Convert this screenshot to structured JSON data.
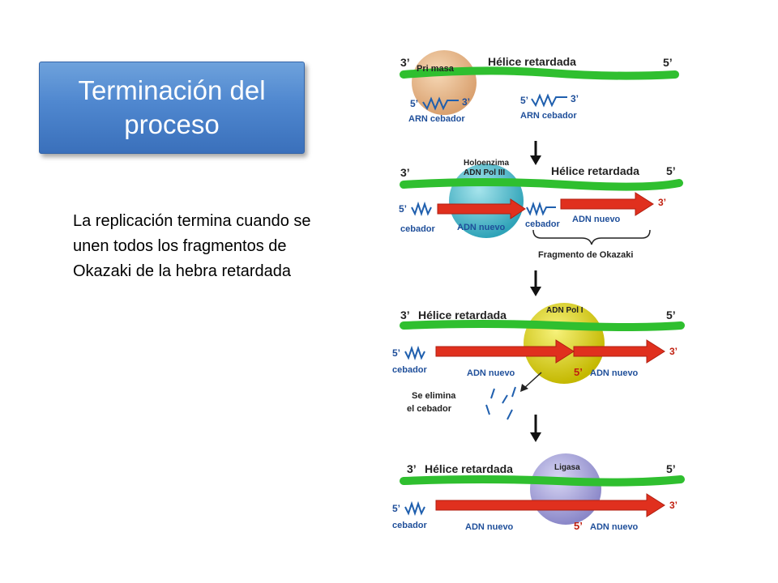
{
  "slide": {
    "title": "Terminación del proceso",
    "body": "La replicación termina cuando se unen todos los fragmentos de Okazaki de la hebra retardada"
  },
  "diagram": {
    "stage1": {
      "three_prime_left": "3’",
      "five_prime_right": "5’",
      "enzyme": "Pri masa",
      "strand_label": "Hélice retardada",
      "primer_left_5": "5’",
      "primer_left_3": "3’",
      "primer_left_label": "ARN cebador",
      "primer_right_5": "5’",
      "primer_right_3": "3’",
      "primer_right_label": "ARN cebador"
    },
    "stage2": {
      "three_prime_left": "3’",
      "five_prime_right": "5’",
      "enzyme_line1": "Holoenzima",
      "enzyme_line2": "ADN Pol III",
      "strand_label": "Hélice retardada",
      "primer_left_5": "5’",
      "primer_left_label": "cebador",
      "new_dna_left": "ADN nuevo",
      "primer_mid_label": "cebador",
      "new_dna_right": "ADN nuevo",
      "arrow_end_3": "3’",
      "okazaki_label": "Fragmento de Okazaki"
    },
    "stage3": {
      "three_prime_left": "3’",
      "five_prime_right": "5’",
      "strand_label": "Hélice retardada",
      "enzyme": "ADN Pol I",
      "primer_left_5": "5’",
      "primer_left_label": "cebador",
      "new_dna_left": "ADN nuevo",
      "five_prime_mid": "5’",
      "new_dna_right": "ADN nuevo",
      "arrow_end_3": "3’",
      "removed_line1": "Se elimina",
      "removed_line2": "el cebador"
    },
    "stage4": {
      "three_prime_left": "3’",
      "five_prime_right": "5’",
      "strand_label": "Hélice retardada",
      "enzyme": "Ligasa",
      "primer_left_5": "5’",
      "primer_left_label": "cebador",
      "new_dna_left": "ADN nuevo",
      "five_prime_mid": "5’",
      "new_dna_right": "ADN nuevo",
      "arrow_end_3": "3’"
    },
    "colors": {
      "strand_green": "#2fbf2f",
      "new_dna_red": "#e0301e",
      "primer_blue": "#1f5fae",
      "primasa": "#e8b98a",
      "pol3": "#5cc0cf",
      "pol1": "#d8d020",
      "ligasa": "#a8a6d8",
      "label_blue": "#1f4f9a"
    }
  }
}
